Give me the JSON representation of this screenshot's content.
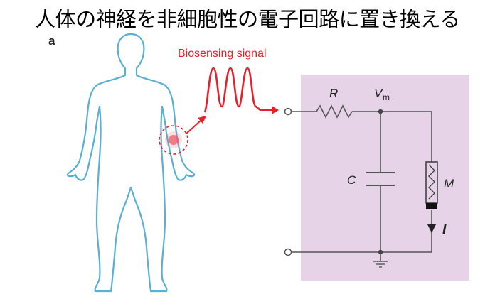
{
  "title": "人体の神経を非細胞性の電子回路に置き換える",
  "panel_label": "a",
  "signal_label": "Biosensing signal",
  "circuit": {
    "resistor": "R",
    "voltage_main": "V",
    "voltage_sub": "m",
    "capacitor": "C",
    "memristor": "M",
    "current": "I"
  },
  "colors": {
    "body_outline": "#5ab0d4",
    "signal": "#e8202a",
    "circuit_bg": "#e7d3e7",
    "wire": "#555555"
  }
}
